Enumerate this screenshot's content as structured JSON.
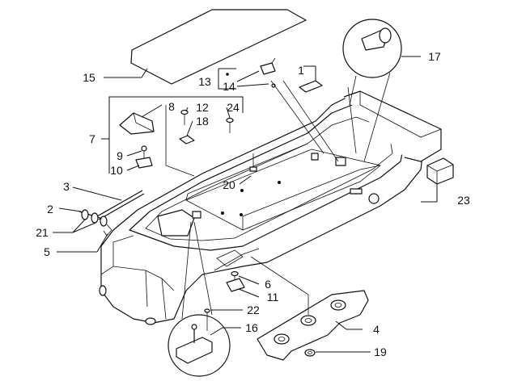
{
  "diagram": {
    "type": "exploded-parts-diagram",
    "callouts": {
      "c1": "1",
      "c2": "2",
      "c3": "3",
      "c4": "4",
      "c5": "5",
      "c6": "6",
      "c7": "7",
      "c8": "8",
      "c9": "9",
      "c10": "10",
      "c11": "11",
      "c12": "12",
      "c13": "13",
      "c14": "14",
      "c15": "15",
      "c16": "16",
      "c17": "17",
      "c18": "18",
      "c19": "19",
      "c20": "20",
      "c21": "21",
      "c22": "22",
      "c23": "23",
      "c24": "24"
    },
    "colors": {
      "line": "#111111",
      "background": "#ffffff",
      "hatch": "#333333"
    }
  }
}
